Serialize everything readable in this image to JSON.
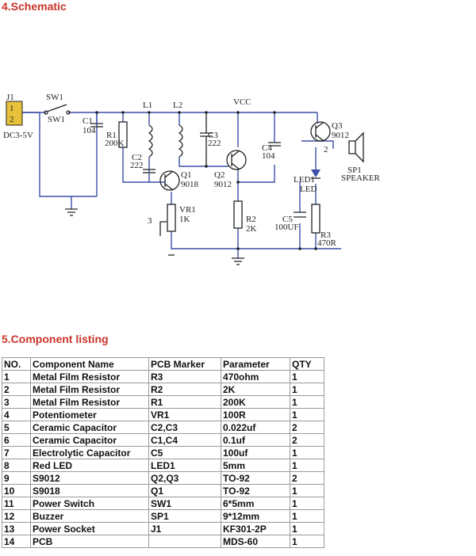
{
  "section_schematic": {
    "title": "4.Schematic"
  },
  "schematic": {
    "labels": {
      "j1": "J1",
      "j1_pin1": "1",
      "j1_pin2": "2",
      "dc": "DC3-5V",
      "sw1a": "SW1",
      "sw1b": "SW1",
      "c1": "C1",
      "c1v": "104",
      "r1": "R1",
      "r1v": "200K",
      "l1": "L1",
      "l2": "L2",
      "c2": "C2",
      "c2v": "222",
      "c3": "C3",
      "c3v": "222",
      "q1": "Q1",
      "q1v": "9018",
      "q2": "Q2",
      "q2v": "9012",
      "vcc": "VCC",
      "c4": "C4",
      "c4v": "104",
      "q3": "Q3",
      "q3v": "9012",
      "led1": "LED1",
      "ledv": "LED",
      "sp1": "SP1",
      "speaker": "SPEAKER",
      "vr1": "VR1",
      "vr1v": "1K",
      "vr_pin": "3",
      "r2": "R2",
      "r2v": "2K",
      "c5": "C5",
      "c5v": "100UF",
      "r3": "R3",
      "r3v": "470R",
      "pin2": "2"
    }
  },
  "section_components": {
    "title": "5.Component listing"
  },
  "table": {
    "headers": [
      "NO.",
      "Component Name",
      "PCB Marker",
      "Parameter",
      "QTY"
    ],
    "rows": [
      [
        "1",
        "Metal Film Resistor",
        "R3",
        "470ohm",
        "1"
      ],
      [
        "2",
        "Metal Film Resistor",
        "R2",
        "2K",
        "1"
      ],
      [
        "3",
        "Metal Film Resistor",
        "R1",
        "200K",
        "1"
      ],
      [
        "4",
        "Potentiometer",
        "VR1",
        "100R",
        "1"
      ],
      [
        "5",
        "Ceramic Capacitor",
        "C2,C3",
        "0.022uf",
        "2"
      ],
      [
        "6",
        "Ceramic Capacitor",
        "C1,C4",
        "0.1uf",
        "2"
      ],
      [
        "7",
        "Electrolytic Capacitor",
        "C5",
        "100uf",
        "1"
      ],
      [
        "8",
        "Red LED",
        "LED1",
        "5mm",
        "1"
      ],
      [
        "9",
        "S9012",
        "Q2,Q3",
        "TO-92",
        "2"
      ],
      [
        "10",
        "S9018",
        "Q1",
        "TO-92",
        "1"
      ],
      [
        "11",
        "Power Switch",
        "SW1",
        "6*5mm",
        "1"
      ],
      [
        "12",
        "Buzzer",
        "SP1",
        "9*12mm",
        "1"
      ],
      [
        "13",
        "Power Socket",
        "J1",
        "KF301-2P",
        "1"
      ],
      [
        "14",
        "PCB",
        "",
        "MDS-60",
        "1"
      ]
    ]
  },
  "colors": {
    "heading": "#c8342a",
    "wire": "#3a4fa8",
    "jack": "#e8c13a"
  }
}
